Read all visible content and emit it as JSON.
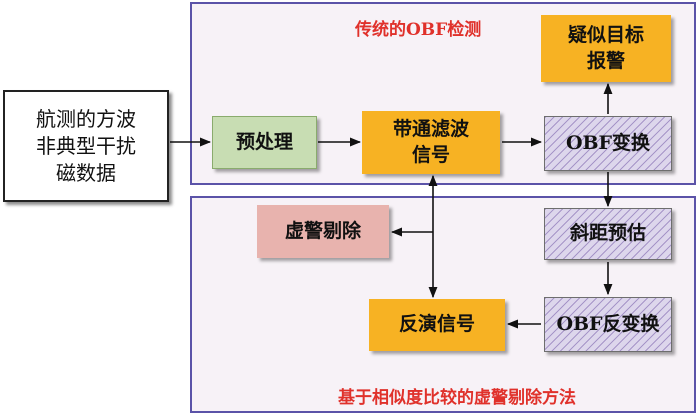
{
  "panels": {
    "top_title": "传统的OBF检测",
    "bottom_title": "基于相似度比较的虚警剔除方法"
  },
  "nodes": {
    "input": "航测的方波\n非典型干扰\n磁数据",
    "preprocess": "预处理",
    "bandpass": "带通滤波\n信号",
    "obf": "OBF变换",
    "suspect": "疑似目标\n报警",
    "slant": "斜距预估",
    "false_alarm": "虚警剔除",
    "inverse_obf": "OBF反变换",
    "inverse_signal": "反演信号"
  },
  "colors": {
    "panel_border": "#5b53a8",
    "panel_fill": "#f7f2f7",
    "title_red": "#e0312b",
    "orange": "#f7b223",
    "green": "#c8ddb3",
    "pink": "#e8b3ae",
    "hatch": "#ddd6ec"
  }
}
